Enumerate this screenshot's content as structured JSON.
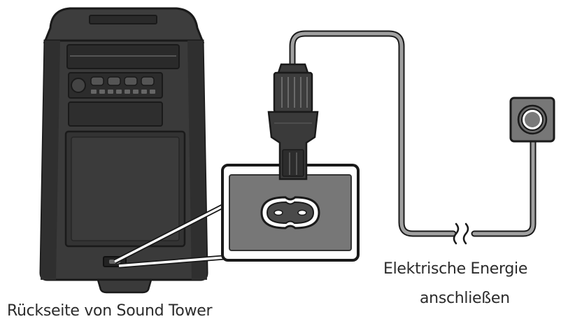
{
  "labels": {
    "device_back": "Rückseite von Sound Tower",
    "power_line1": "Elektrische Energie",
    "power_line2": "anschließen"
  },
  "colors": {
    "device_body": "#3a3a3a",
    "device_dark": "#2a2a2a",
    "panel_gray": "#777777",
    "cable": "#9a9a9a",
    "outline": "#1a1a1a",
    "text": "#2b2b2b"
  },
  "icons": {
    "device": "speaker-tower-back",
    "plug": "power-plug",
    "socket": "ac-inlet-figure8",
    "outlet": "wall-outlet",
    "break_mark": "cable-break-squiggle"
  }
}
